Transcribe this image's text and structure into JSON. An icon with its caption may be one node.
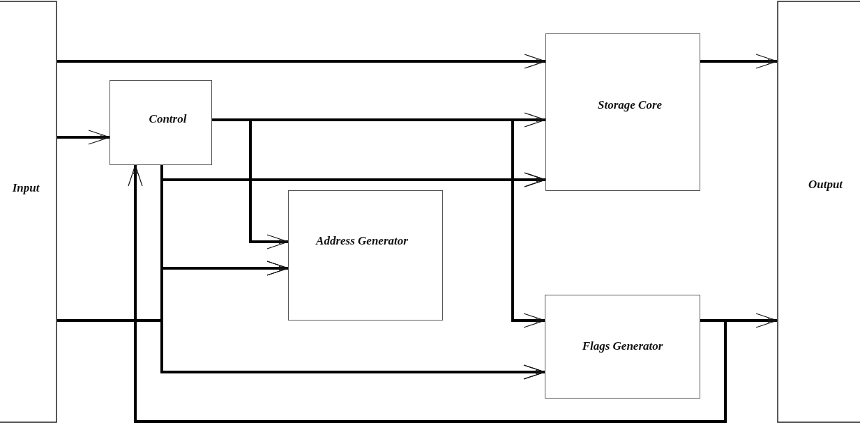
{
  "diagram": {
    "nodes": [
      {
        "text": [
          "Input"
        ]
      },
      {
        "text": [
          "Control"
        ]
      },
      {
        "text": [
          "Storage Core"
        ]
      },
      {
        "text": [
          "Address Generator"
        ]
      },
      {
        "text": [
          "Flags Generator"
        ]
      },
      {
        "text": [
          "Output"
        ]
      }
    ],
    "edges": [
      {
        "from": 0,
        "to": 2,
        "arrow": "to"
      },
      {
        "from": 2,
        "to": 5,
        "arrow": "to"
      },
      {
        "from": 0,
        "to": 1,
        "arrow": "to"
      },
      {
        "from": 1,
        "to": 2,
        "arrow": "to"
      },
      {
        "from": 1,
        "to": 3,
        "arrow": "to"
      },
      {
        "from": 1,
        "to": 4,
        "arrow": "to"
      },
      {
        "from": 1,
        "to": 2,
        "arrow": "to"
      },
      {
        "from": 1,
        "to": 3,
        "arrow": "to"
      },
      {
        "from": 1,
        "to": 4,
        "arrow": "to"
      },
      {
        "from": 0,
        "to": 2,
        "arrow": "to"
      },
      {
        "from": 0,
        "to": 3,
        "arrow": "to"
      },
      {
        "from": 0,
        "to": 4,
        "arrow": "to"
      },
      {
        "from": 4,
        "to": 5,
        "arrow": "to"
      },
      {
        "from": 4,
        "to": 1,
        "arrow": "to"
      }
    ]
  }
}
